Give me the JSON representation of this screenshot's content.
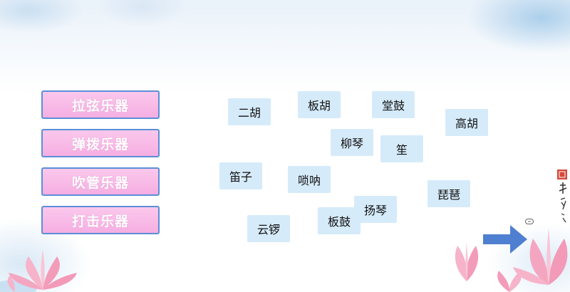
{
  "categories": [
    {
      "label": "拉弦乐器"
    },
    {
      "label": "弹拨乐器"
    },
    {
      "label": "吹管乐器"
    },
    {
      "label": "打击乐器"
    }
  ],
  "instruments": [
    {
      "label": "二胡"
    },
    {
      "label": "板胡"
    },
    {
      "label": "堂鼓"
    },
    {
      "label": "高胡"
    },
    {
      "label": "柳琴"
    },
    {
      "label": "笙"
    },
    {
      "label": "笛子"
    },
    {
      "label": "唢呐"
    },
    {
      "label": "琵琶"
    },
    {
      "label": "扬琴"
    },
    {
      "label": "板鼓"
    },
    {
      "label": "云锣"
    }
  ],
  "colors": {
    "category_fill": "#f5aee2",
    "category_border": "#5b8fd8",
    "card_fill": "#d6ebfa",
    "arrow": "#4f7fd0"
  },
  "icons": {
    "next": "right-arrow-icon",
    "link": "link-icon",
    "seal": "seal-calligraphy"
  }
}
